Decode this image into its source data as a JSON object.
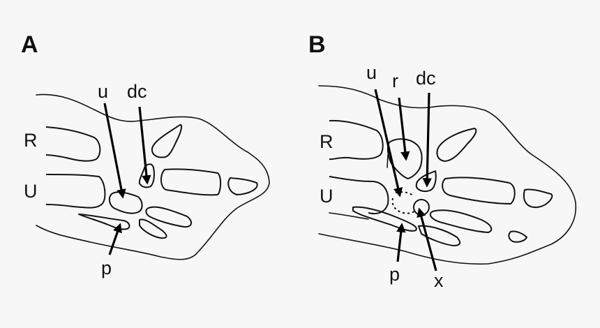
{
  "figure": {
    "background": "#f7f7f7",
    "line_color": "#111111",
    "panels": [
      {
        "id": "A",
        "label": "A",
        "side_labels": {
          "radius": "R",
          "ulna": "U"
        },
        "callouts": [
          {
            "text": "u",
            "target": "ulnare element"
          },
          {
            "text": "dc",
            "target": "distal carpal element"
          },
          {
            "text": "p",
            "target": "pisiform element"
          }
        ]
      },
      {
        "id": "B",
        "label": "B",
        "side_labels": {
          "radius": "R",
          "ulna": "U"
        },
        "callouts": [
          {
            "text": "u",
            "target": "ulnare (dashed, missing) element"
          },
          {
            "text": "r",
            "target": "radiale element"
          },
          {
            "text": "dc",
            "target": "distal carpal element"
          },
          {
            "text": "p",
            "target": "pisiform element"
          },
          {
            "text": "x",
            "target": "unidentified element"
          }
        ]
      }
    ]
  }
}
